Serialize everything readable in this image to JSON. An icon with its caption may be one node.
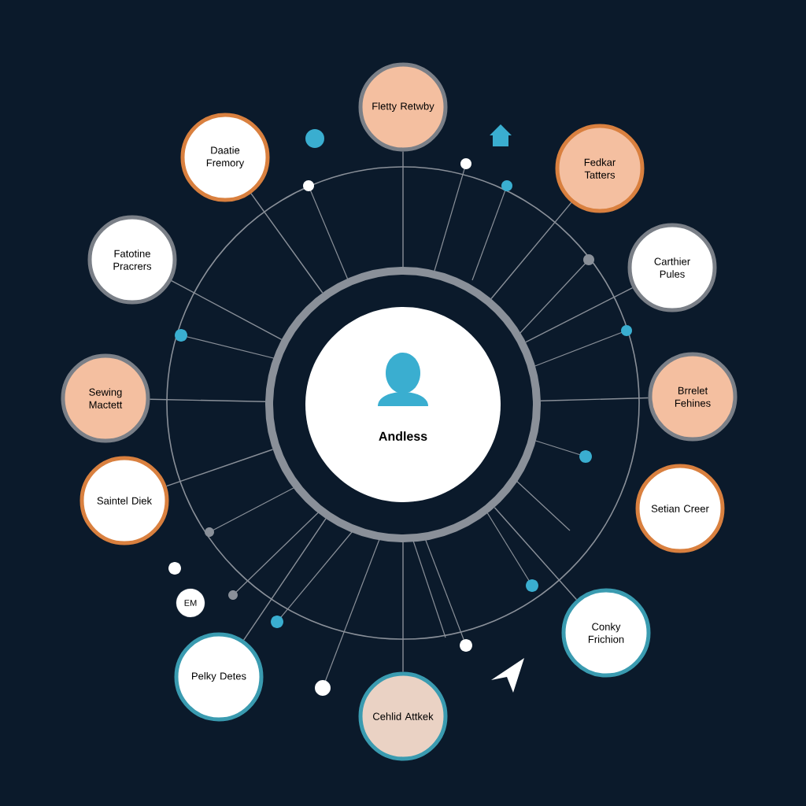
{
  "diagram": {
    "nodes": [
      {
        "text": [
          "Andless"
        ]
      },
      {
        "text": [
          "Fletty Retwby"
        ]
      },
      {
        "text": [
          "Daatie Fremory"
        ]
      },
      {
        "text": [
          "Fedkar Tatters"
        ]
      },
      {
        "text": [
          "Fatotine Pracrers"
        ]
      },
      {
        "text": [
          "Carthier Pules"
        ]
      },
      {
        "text": [
          "Sewing Mactett"
        ]
      },
      {
        "text": [
          "Brrelet Fehines"
        ]
      },
      {
        "text": [
          "Saintel Diek"
        ]
      },
      {
        "text": [
          "Setian Creer"
        ]
      },
      {
        "text": [
          "Conky Frichion"
        ]
      },
      {
        "text": [
          "Pelky Detes"
        ]
      },
      {
        "text": [
          "Cehlid Attkek"
        ]
      },
      {
        "text": [
          "EM"
        ]
      }
    ],
    "edges": [
      {
        "from": 1,
        "to": 0,
        "arrow": "none"
      },
      {
        "from": 2,
        "to": 0,
        "arrow": "none"
      },
      {
        "from": 3,
        "to": 0,
        "arrow": "none"
      },
      {
        "from": 4,
        "to": 0,
        "arrow": "none"
      },
      {
        "from": 5,
        "to": 0,
        "arrow": "none"
      },
      {
        "from": 6,
        "to": 0,
        "arrow": "none"
      },
      {
        "from": 7,
        "to": 0,
        "arrow": "none"
      },
      {
        "from": 8,
        "to": 0,
        "arrow": "none"
      },
      {
        "from": 10,
        "to": 0,
        "arrow": "none"
      },
      {
        "from": 11,
        "to": 0,
        "arrow": "none"
      },
      {
        "from": 12,
        "to": 0,
        "arrow": "none"
      }
    ]
  }
}
